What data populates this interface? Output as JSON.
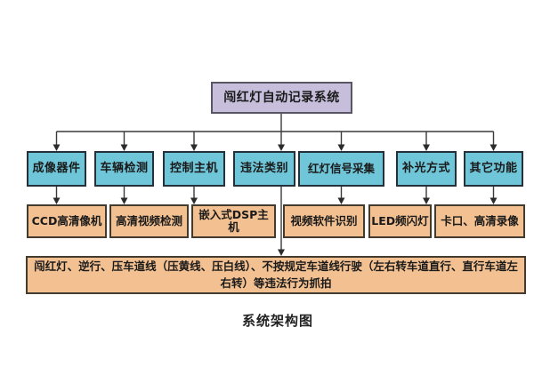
{
  "diagram": {
    "root_label": "闯红灯自动记录系统",
    "caption": "系统架构图",
    "level2": [
      {
        "label": "成像器件"
      },
      {
        "label": "车辆检测"
      },
      {
        "label": "控制主机"
      },
      {
        "label": "违法类别"
      },
      {
        "label": "红灯信号采集"
      },
      {
        "label": "补光方式"
      },
      {
        "label": "其它功能"
      }
    ],
    "level3": [
      {
        "label": "CCD高清像机"
      },
      {
        "label": "高清视频检测"
      },
      {
        "label": "嵌入式DSP主机"
      },
      {
        "label": "视频软件识别"
      },
      {
        "label": "LED频闪灯"
      },
      {
        "label": "卡口、高清录像"
      }
    ],
    "violation_detail": "闯红灯、逆行、压车道线（压黄线、压白线）、不按规定车道线行驶（左右转车道直行、直行车道左右转）等违法行为抓拍",
    "colors": {
      "root_fill": "#c6bedb",
      "root_border": "#5a5565",
      "level2_fill": "#6fc6d9",
      "level2_border": "#24313a",
      "level3_fill": "#f3c191",
      "level3_border": "#443b2f",
      "connector_line": "#3a3a3a",
      "text": "#1a1a1a",
      "background": "#ffffff"
    }
  }
}
